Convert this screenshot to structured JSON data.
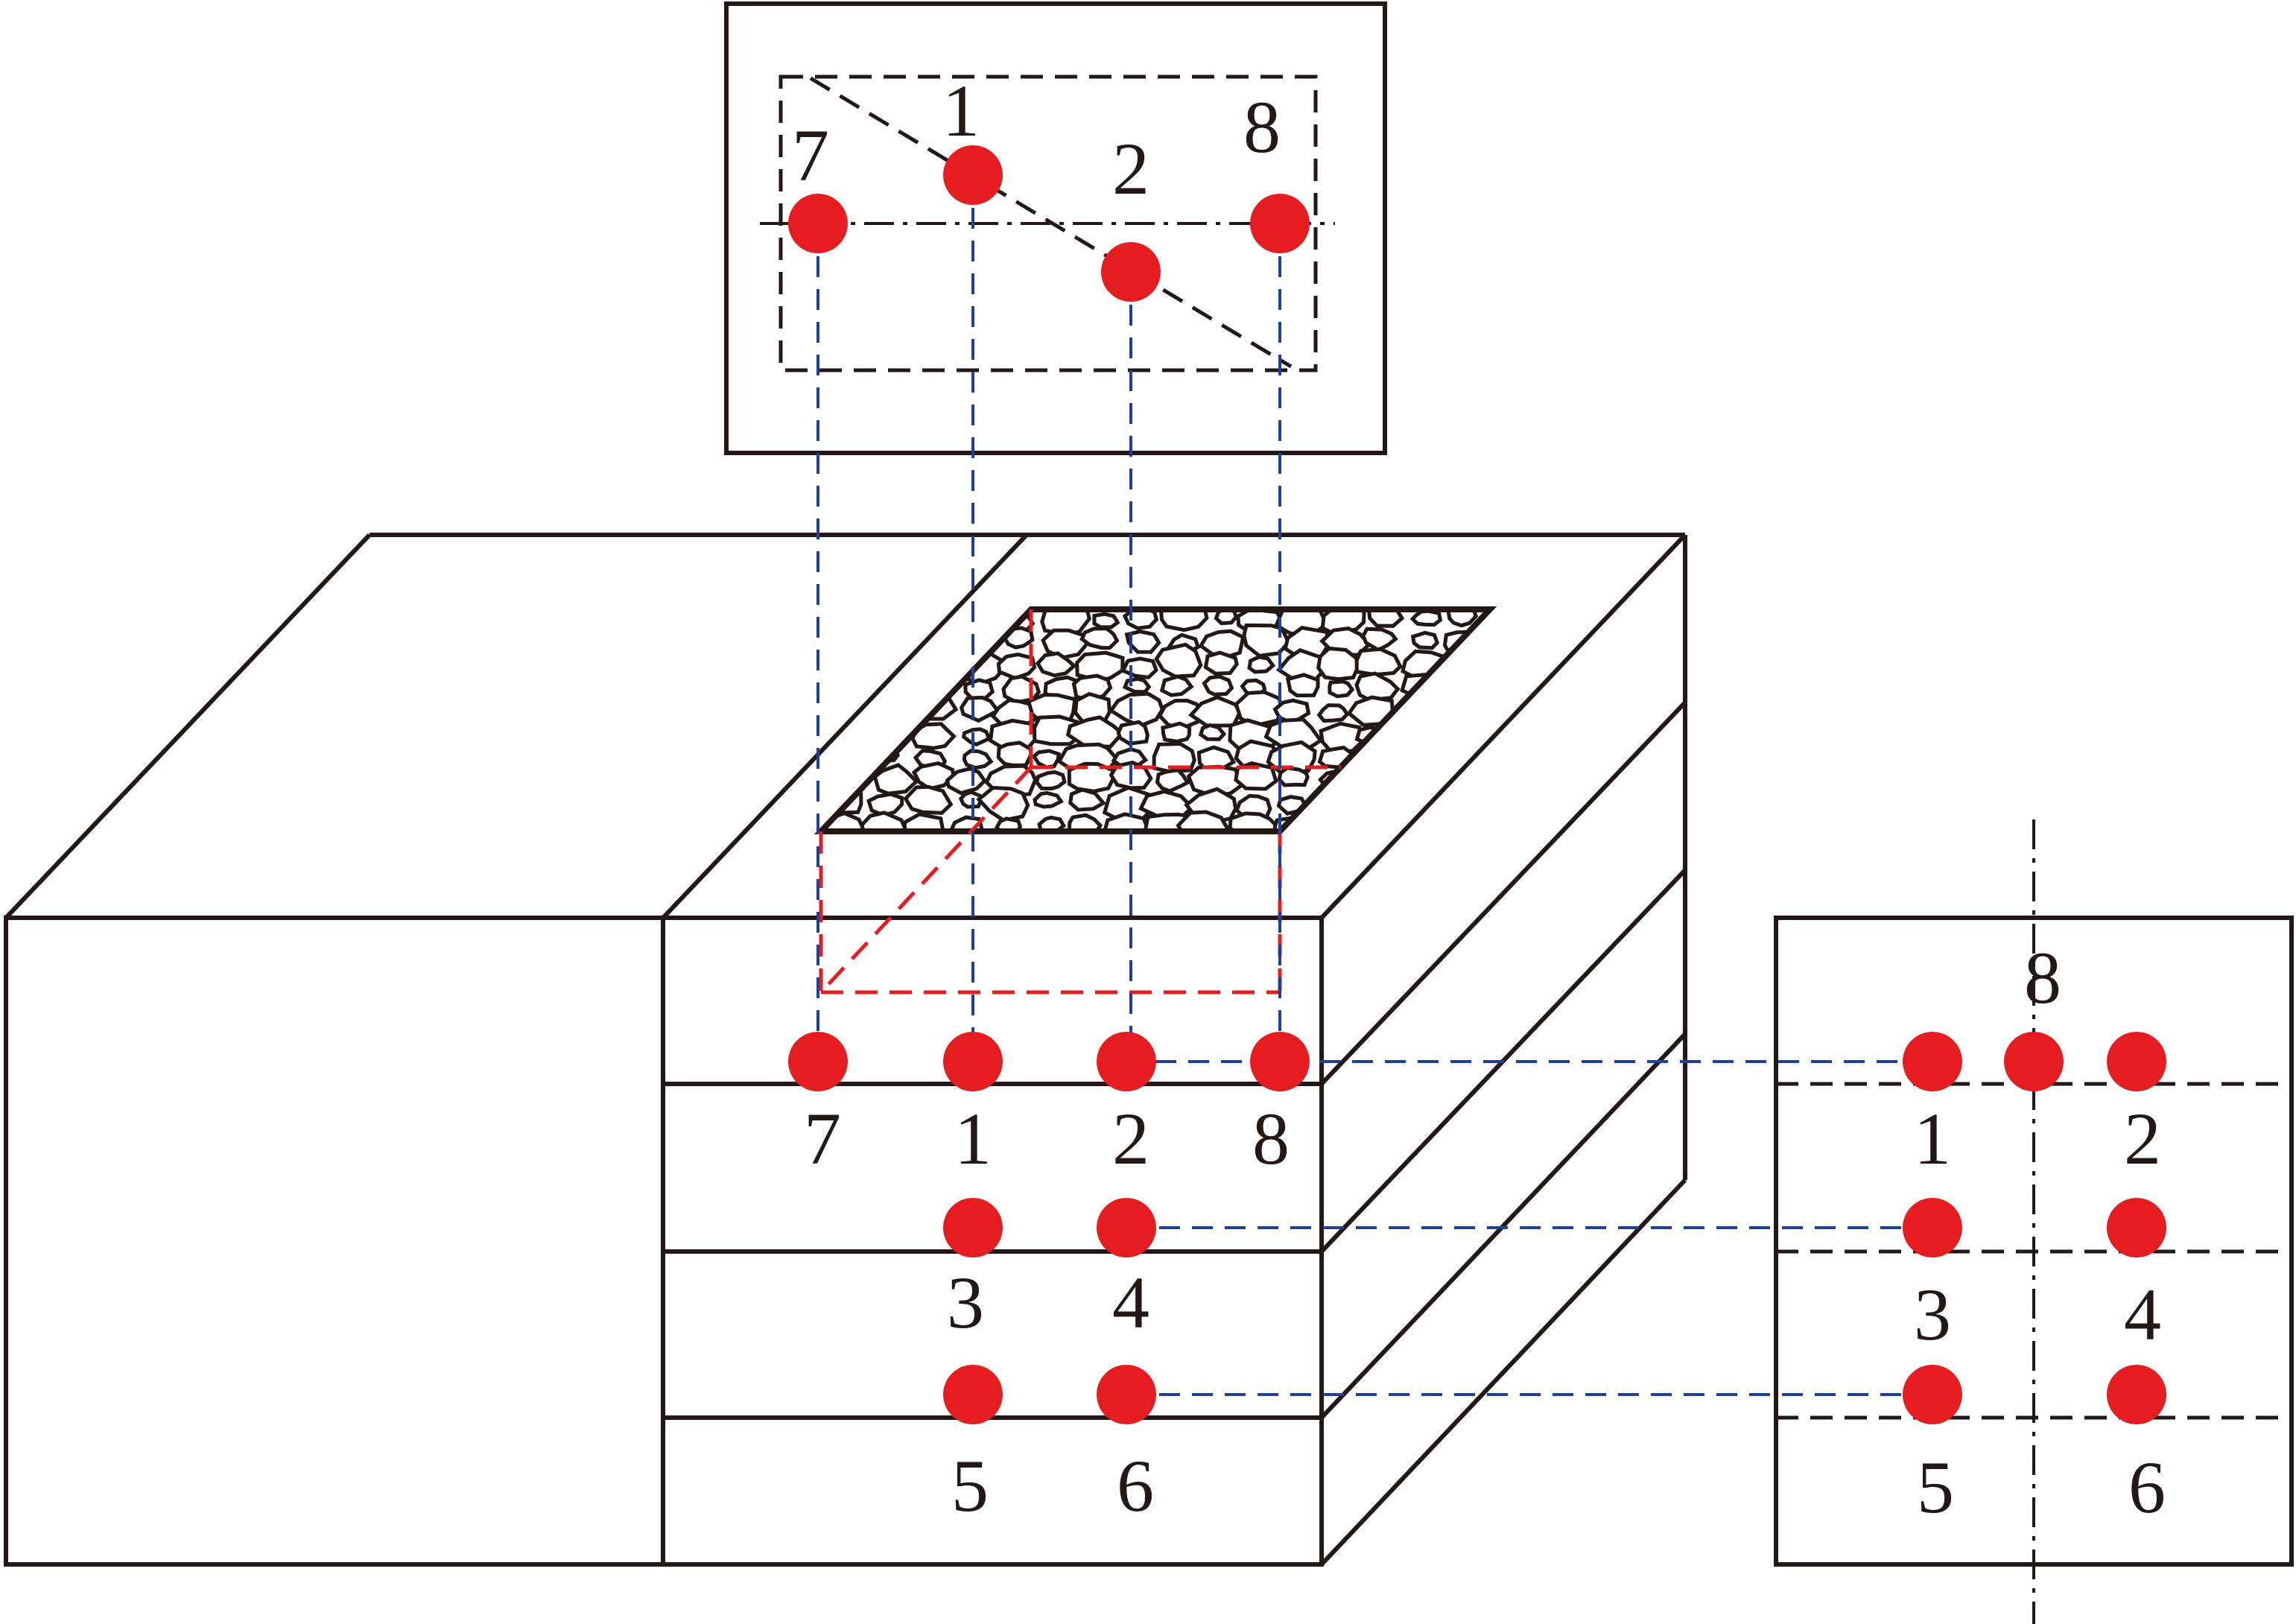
{
  "colors": {
    "outline": "#231815",
    "sensor": "#e51d20",
    "projection": "#1f3f98",
    "hidden_edge": "#e51d20"
  },
  "top_view": {
    "labels": {
      "p1": "1",
      "p2": "2",
      "p7": "7",
      "p8": "8"
    }
  },
  "front_view": {
    "labels": {
      "p7": "7",
      "p1": "1",
      "p2": "2",
      "p8": "8",
      "p3": "3",
      "p4": "4",
      "p5": "5",
      "p6": "6"
    }
  },
  "side_view": {
    "labels": {
      "p8": "8",
      "p1": "1",
      "p2": "2",
      "p3": "3",
      "p4": "4",
      "p5": "5",
      "p6": "6"
    }
  },
  "icons": {
    "aggregate_patch": "crushed-stone-texture-icon",
    "sensor": "sensor-dot-icon"
  }
}
